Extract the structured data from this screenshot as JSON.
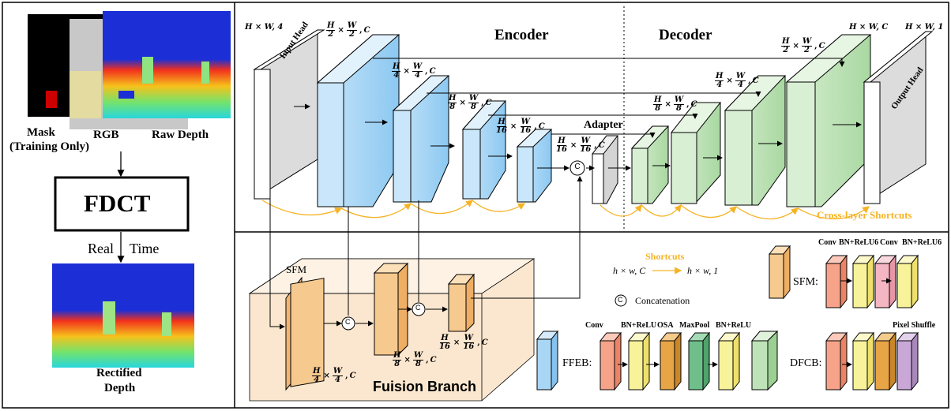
{
  "left_panel": {
    "mask_label": "Mask",
    "mask_sublabel": "(Training Only)",
    "rgb_label": "RGB",
    "raw_depth_label": "Raw Depth",
    "model_name": "FDCT",
    "realtime_left": "Real",
    "realtime_right": "Time",
    "output_label_1": "Rectified",
    "output_label_2": "Depth"
  },
  "main": {
    "encoder_label": "Encoder",
    "decoder_label": "Decoder",
    "input_head_label": "Input Head",
    "output_head_label": "Output Head",
    "adapter_label": "Adapter",
    "cross_layer_label": "Cross-layer Shortcuts",
    "dim_input": "H × W, 4",
    "dim_output_c": "H × W, C",
    "dim_output_1": "H × W, 1",
    "concat_symbol": "C"
  },
  "fractions": {
    "half_h": "H",
    "half_d": "2",
    "half_w": "W",
    "half_wd": "2",
    "half_c": "C",
    "quarter_h": "H",
    "quarter_d": "4",
    "quarter_w": "W",
    "quarter_wd": "4",
    "quarter_c": "C",
    "eighth_h": "H",
    "eighth_d": "8",
    "eighth_w": "W",
    "eighth_wd": "8",
    "eighth_c": "C",
    "sixteenth_h": "H",
    "sixteenth_d": "16",
    "sixteenth_w": "W",
    "sixteenth_wd": "16",
    "sixteenth_c": "C"
  },
  "fusion": {
    "title": "Fuision Branch",
    "sfm_label": "SFM"
  },
  "legend": {
    "shortcuts_label": "Shortcuts",
    "shortcut_from": "h × w, C",
    "shortcut_to": "h × w, 1",
    "concat_label": "Concatenation",
    "sfm_name": "SFM:",
    "sfm_conv": "Conv",
    "sfm_bn1": "BN+ReLU6",
    "sfm_conv2": "Conv",
    "sfm_bn2": "BN+ReLU6",
    "ffeb_name": "FFEB:",
    "ffeb_conv": "Conv",
    "ffeb_bn1": "BN+ReLU",
    "ffeb_osa": "OSA",
    "ffeb_maxpool": "MaxPool",
    "ffeb_bn2": "BN+ReLU",
    "dfcb_name": "DFCB:",
    "dfcb_pixel": "Pixel Shuffle"
  },
  "colors": {
    "encoder_blue": "#9dd0f3",
    "decoder_green": "#bfe3b8",
    "fusion_orange": "#f6c98e",
    "fusion_bg": "#fbe7cf",
    "shortcut_yellow": "#f5b324",
    "conv_red": "#f6a38a",
    "bn_yellow": "#f8f39a",
    "pink": "#f4b6c2",
    "osa_orange": "#e8a545",
    "maxpool_green": "#6fbf8a",
    "pixel_purple": "#c9a8d8"
  }
}
